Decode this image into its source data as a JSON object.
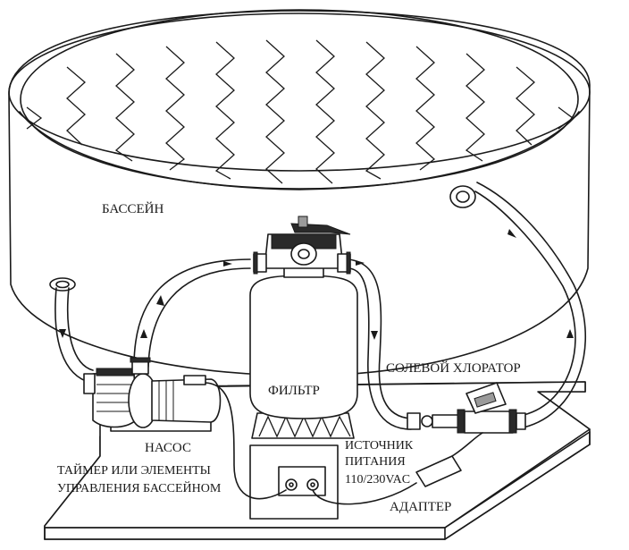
{
  "labels": {
    "pool": "БАССЕЙН",
    "filter": "ФИЛЬТР",
    "chlorinator": "СОЛЕВОЙ ХЛОРАТОР",
    "pump": "НАСОС",
    "timer_line1": "ТАЙМЕР ИЛИ ЭЛЕМЕНТЫ",
    "timer_line2": "УПРАВЛЕНИЯ БАССЕЙНОМ",
    "power_line1": "ИСТОЧНИК",
    "power_line2": "ПИТАНИЯ",
    "power_line3": "110/230VAC",
    "adapter": "АДАПТЕР"
  },
  "colors": {
    "line": "#1a1a1a",
    "background": "#ffffff",
    "accent_grey": "#9a9a9a"
  }
}
